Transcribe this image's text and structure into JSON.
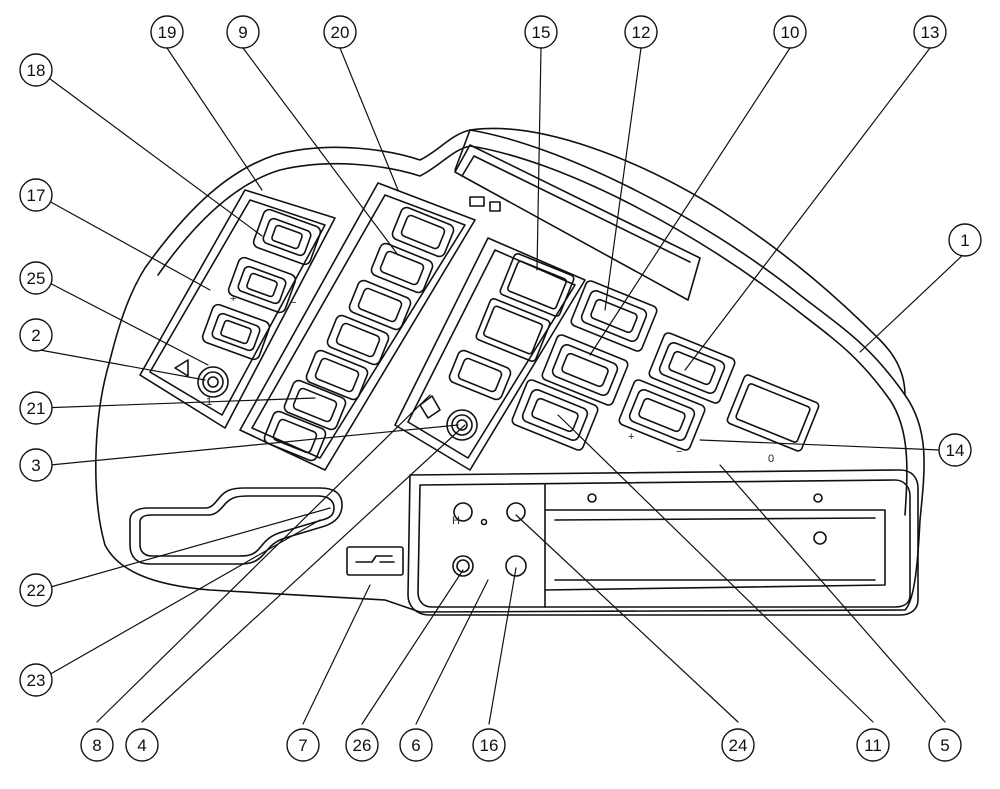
{
  "figure": {
    "callouts": [
      {
        "num": "1"
      },
      {
        "num": "2"
      },
      {
        "num": "3"
      },
      {
        "num": "4"
      },
      {
        "num": "5"
      },
      {
        "num": "6"
      },
      {
        "num": "7"
      },
      {
        "num": "8"
      },
      {
        "num": "9"
      },
      {
        "num": "10"
      },
      {
        "num": "11"
      },
      {
        "num": "12"
      },
      {
        "num": "13"
      },
      {
        "num": "14"
      },
      {
        "num": "15"
      },
      {
        "num": "16"
      },
      {
        "num": "17"
      },
      {
        "num": "18"
      },
      {
        "num": "19"
      },
      {
        "num": "20"
      },
      {
        "num": "21"
      },
      {
        "num": "22"
      },
      {
        "num": "23"
      },
      {
        "num": "24"
      },
      {
        "num": "25"
      },
      {
        "num": "26"
      }
    ],
    "labels": {
      "hitch_h": "H",
      "plus_a": "+",
      "minus_a": "−",
      "plus_b": "+",
      "minus_b": "−",
      "zero": "0",
      "one": "1"
    },
    "colors": {
      "line": "#111111",
      "background": "#ffffff"
    }
  }
}
